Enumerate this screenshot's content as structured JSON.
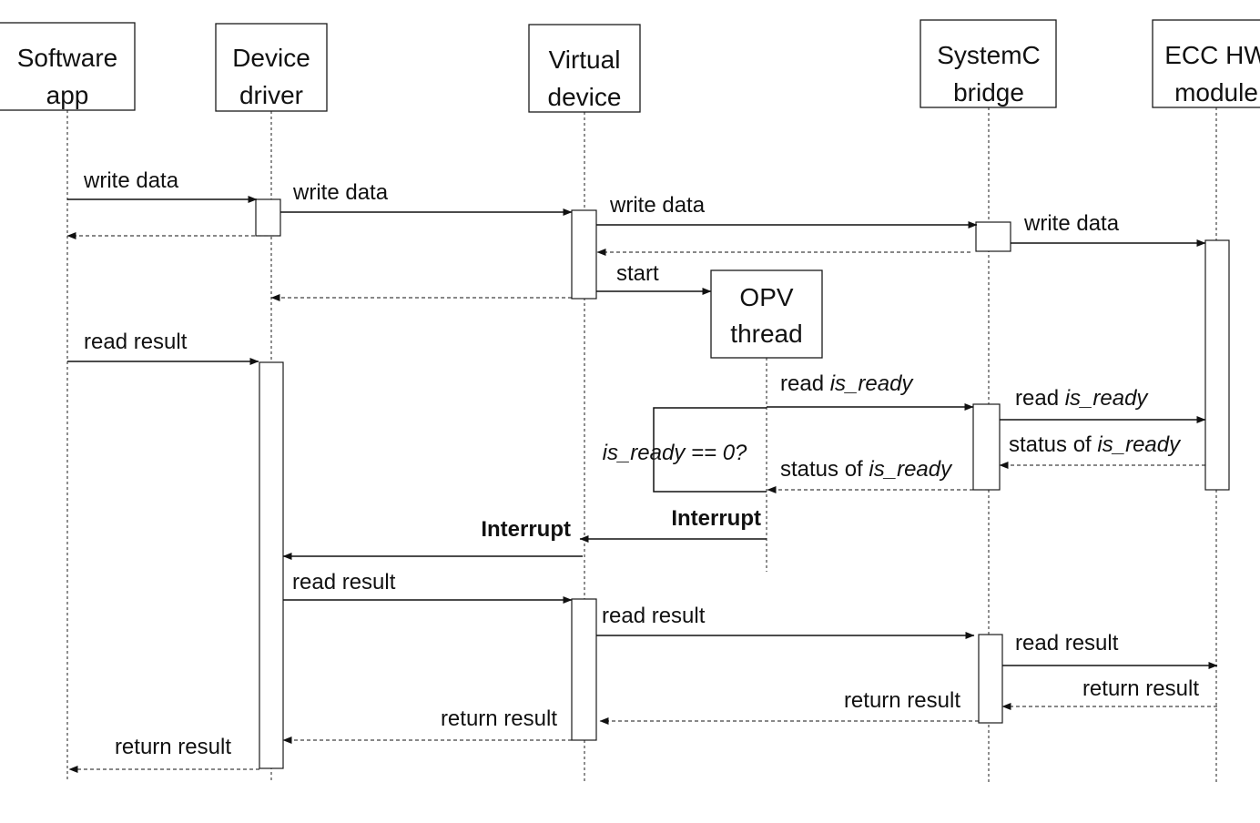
{
  "participants": [
    {
      "id": "app",
      "lines": [
        "Software",
        "app"
      ]
    },
    {
      "id": "driver",
      "lines": [
        "Device",
        "driver"
      ]
    },
    {
      "id": "vdev",
      "lines": [
        "Virtual",
        "device"
      ]
    },
    {
      "id": "bridge",
      "lines": [
        "SystemC",
        "bridge"
      ]
    },
    {
      "id": "ecc",
      "lines": [
        "ECC HW",
        "module"
      ]
    }
  ],
  "opv_thread": {
    "lines": [
      "OPV",
      "thread"
    ]
  },
  "loop_condition": "is_ready == 0?",
  "messages": [
    {
      "id": "m1",
      "from": "app",
      "to": "driver",
      "kind": "sync",
      "parts": [
        {
          "text": "write data"
        }
      ]
    },
    {
      "id": "m2",
      "from": "driver",
      "to": "app",
      "kind": "return",
      "parts": []
    },
    {
      "id": "m3",
      "from": "driver",
      "to": "vdev",
      "kind": "sync",
      "parts": [
        {
          "text": "write data"
        }
      ]
    },
    {
      "id": "m4",
      "from": "vdev",
      "to": "bridge",
      "kind": "sync",
      "parts": [
        {
          "text": "write data"
        }
      ]
    },
    {
      "id": "m5",
      "from": "bridge",
      "to": "ecc",
      "kind": "sync",
      "parts": [
        {
          "text": "write data"
        }
      ]
    },
    {
      "id": "m6",
      "from": "bridge",
      "to": "vdev",
      "kind": "return",
      "parts": []
    },
    {
      "id": "m7",
      "from": "vdev",
      "to": "opv",
      "kind": "sync",
      "parts": [
        {
          "text": "start"
        }
      ]
    },
    {
      "id": "m8",
      "from": "vdev",
      "to": "driver",
      "kind": "return",
      "parts": []
    },
    {
      "id": "m9",
      "from": "app",
      "to": "driver",
      "kind": "sync",
      "parts": [
        {
          "text": "read result"
        }
      ]
    },
    {
      "id": "m10",
      "from": "opv",
      "to": "bridge",
      "kind": "sync",
      "parts": [
        {
          "text": "read "
        },
        {
          "text": "is_ready",
          "italic": true
        }
      ]
    },
    {
      "id": "m11",
      "from": "bridge",
      "to": "ecc",
      "kind": "sync",
      "parts": [
        {
          "text": "read "
        },
        {
          "text": "is_ready",
          "italic": true
        }
      ]
    },
    {
      "id": "m12",
      "from": "ecc",
      "to": "bridge",
      "kind": "return",
      "parts": [
        {
          "text": "status of "
        },
        {
          "text": "is_ready",
          "italic": true
        }
      ]
    },
    {
      "id": "m13",
      "from": "bridge",
      "to": "opv",
      "kind": "return",
      "parts": [
        {
          "text": "status of "
        },
        {
          "text": "is_ready",
          "italic": true
        }
      ]
    },
    {
      "id": "m14",
      "from": "opv",
      "to": "vdev",
      "kind": "sync",
      "parts": [
        {
          "text": "Interrupt",
          "bold": true
        }
      ]
    },
    {
      "id": "m15",
      "from": "vdev",
      "to": "driver",
      "kind": "sync",
      "parts": [
        {
          "text": "Interrupt",
          "bold": true
        }
      ]
    },
    {
      "id": "m16",
      "from": "driver",
      "to": "vdev",
      "kind": "sync",
      "parts": [
        {
          "text": "read result"
        }
      ]
    },
    {
      "id": "m17",
      "from": "vdev",
      "to": "bridge",
      "kind": "sync",
      "parts": [
        {
          "text": "read result"
        }
      ]
    },
    {
      "id": "m18",
      "from": "bridge",
      "to": "ecc",
      "kind": "sync",
      "parts": [
        {
          "text": "read result"
        }
      ]
    },
    {
      "id": "m19",
      "from": "ecc",
      "to": "bridge",
      "kind": "return",
      "parts": [
        {
          "text": "return result"
        }
      ]
    },
    {
      "id": "m20",
      "from": "bridge",
      "to": "vdev",
      "kind": "return",
      "parts": [
        {
          "text": "return result"
        }
      ]
    },
    {
      "id": "m21",
      "from": "vdev",
      "to": "driver",
      "kind": "return",
      "parts": [
        {
          "text": "return result"
        }
      ]
    },
    {
      "id": "m22",
      "from": "driver",
      "to": "app",
      "kind": "return",
      "parts": [
        {
          "text": "return result"
        }
      ]
    }
  ]
}
